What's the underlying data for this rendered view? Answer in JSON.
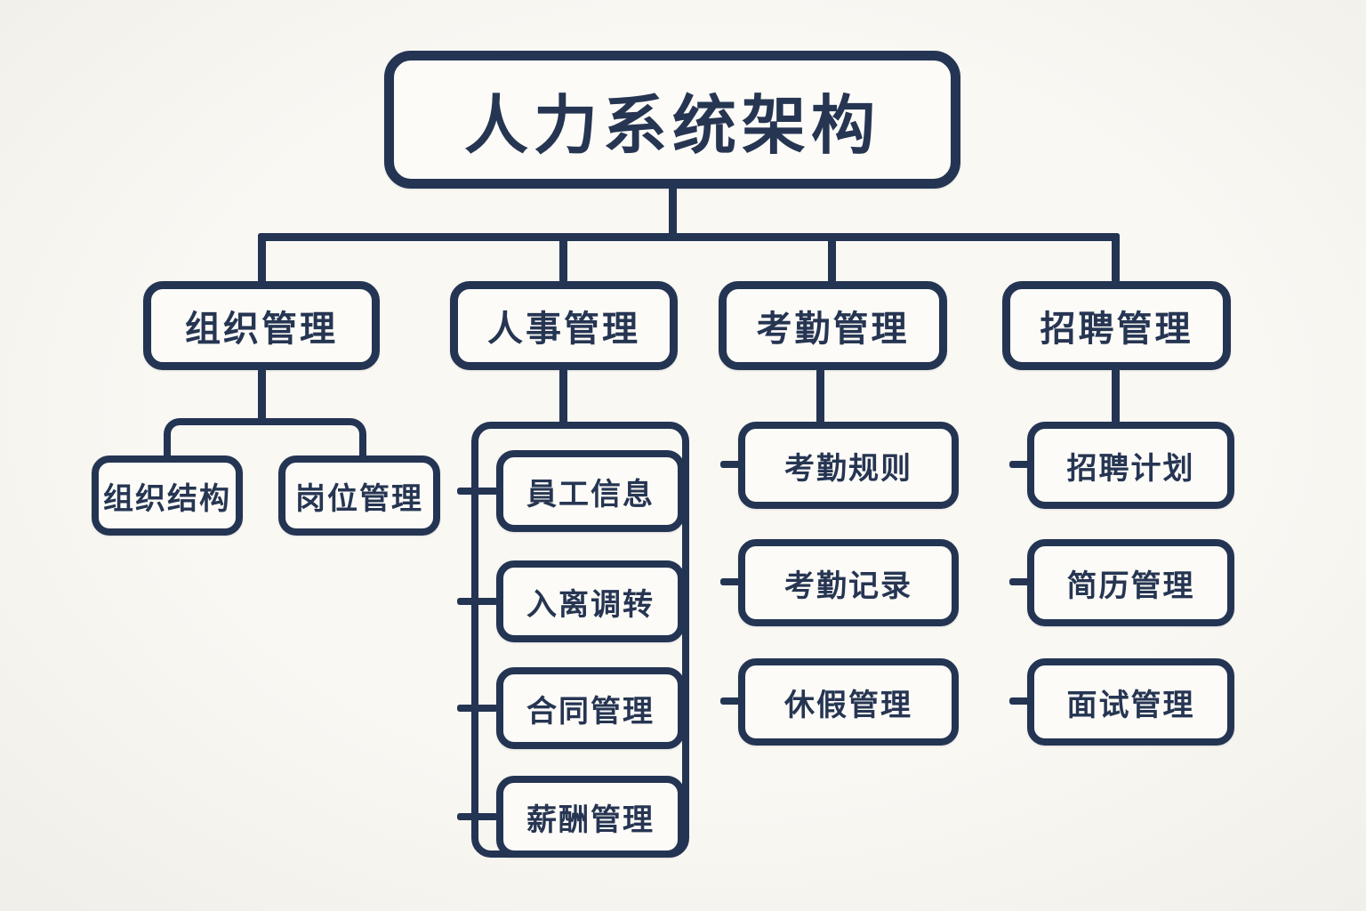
{
  "page": {
    "background_color": "#f8f6f1",
    "accent_color": "#243453",
    "box_fill_color": "#fcfbf7",
    "text_color": "#263552"
  },
  "diagram": {
    "title": "人力系统架构",
    "branches": [
      {
        "label": "组织管理",
        "children": [
          "组织结构",
          "岗位管理"
        ]
      },
      {
        "label": "人事管理",
        "children": [
          "員工信息",
          "入离调转",
          "合同管理",
          "薪酬管理"
        ]
      },
      {
        "label": "考勤管理",
        "children": [
          "考勤规则",
          "考勤记录",
          "休假管理"
        ]
      },
      {
        "label": "招聘管理",
        "children": [
          "招聘计划",
          "简历管理",
          "面试管理"
        ]
      }
    ]
  }
}
